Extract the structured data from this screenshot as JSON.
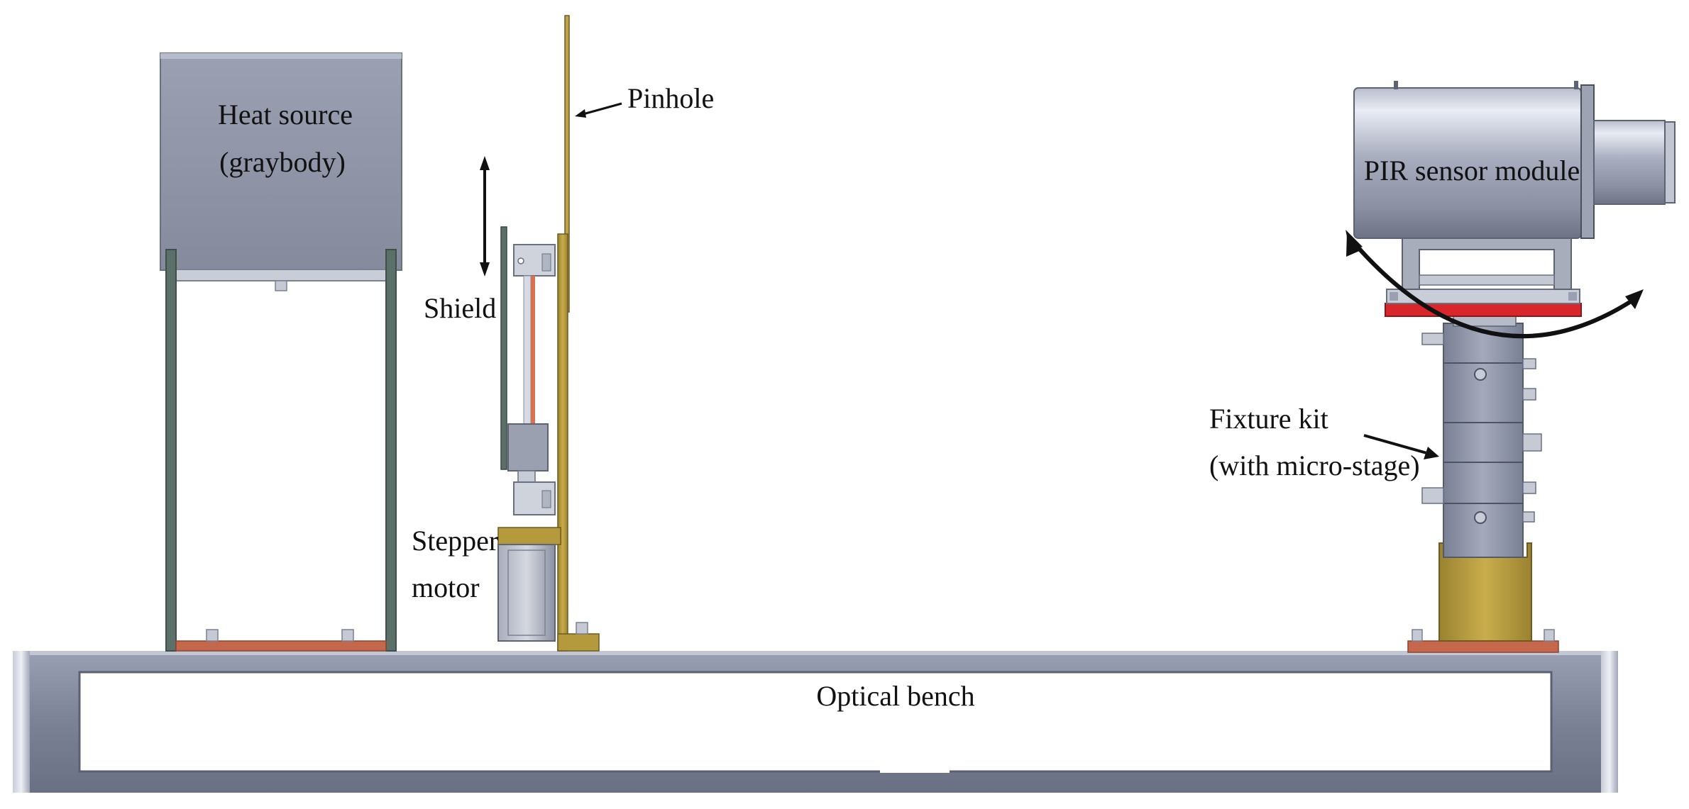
{
  "labels": {
    "heat_source_line1": "Heat source",
    "heat_source_line2": "(graybody)",
    "pinhole": "Pinhole",
    "shield": "Shield",
    "stepper_line1": "Stepper",
    "stepper_line2": "motor",
    "pir_sensor": "PIR sensor module",
    "fixture_line1": "Fixture kit",
    "fixture_line2": "(with micro-stage)",
    "optical_bench": "Optical bench"
  },
  "colors": {
    "metal_gray": "#8f95a6",
    "dark_gray": "#5d6270",
    "brass": "#b49a3c",
    "copper_plate": "#c4674a",
    "red_plate": "#d8262a",
    "rail_green": "#5a7068",
    "heat_box": "#8d93a5",
    "ink": "#111111"
  }
}
